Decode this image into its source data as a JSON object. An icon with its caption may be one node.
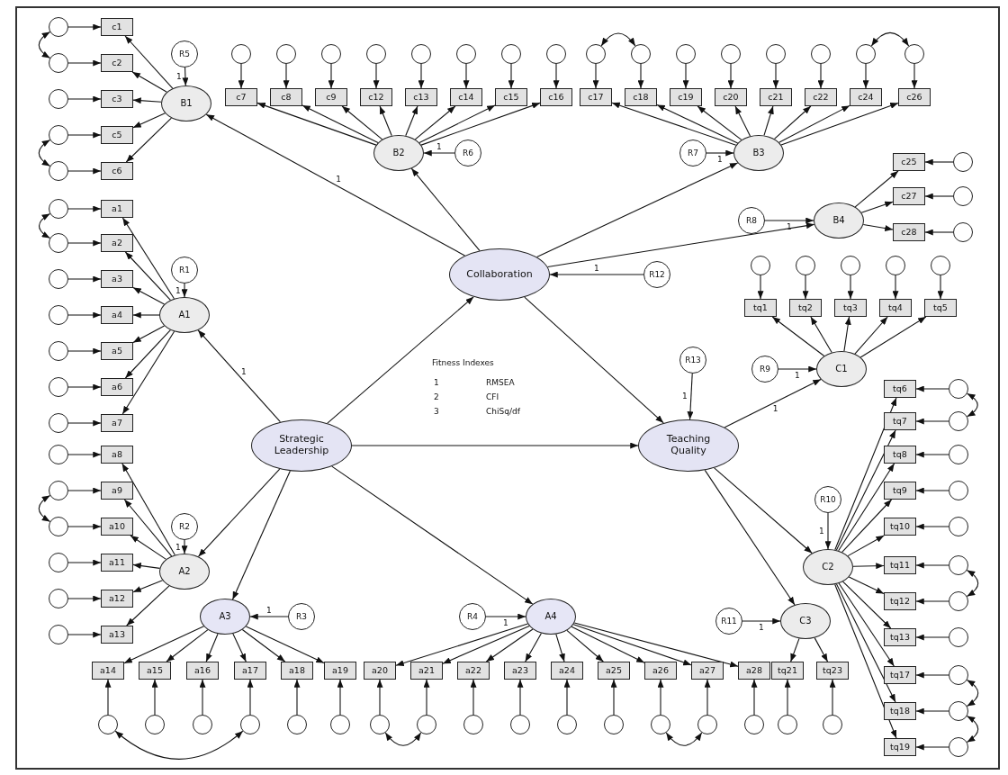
{
  "diagram": {
    "nodes": [
      {
        "text": [
          "Strategic Leadership"
        ]
      },
      {
        "text": [
          "Collaboration"
        ]
      },
      {
        "text": [
          "Teaching Quality"
        ]
      },
      {
        "text": [
          "R12"
        ]
      },
      {
        "text": [
          "R13"
        ]
      },
      {
        "text": [
          "B1"
        ]
      },
      {
        "text": [
          "B2"
        ]
      },
      {
        "text": [
          "B3"
        ]
      },
      {
        "text": [
          "B4"
        ]
      },
      {
        "text": [
          "A1"
        ]
      },
      {
        "text": [
          "A2"
        ]
      },
      {
        "text": [
          "A3"
        ]
      },
      {
        "text": [
          "A4"
        ]
      },
      {
        "text": [
          "C1"
        ]
      },
      {
        "text": [
          "C2"
        ]
      },
      {
        "text": [
          "C3"
        ]
      },
      {
        "text": [
          "R5"
        ]
      },
      {
        "text": [
          "R6"
        ]
      },
      {
        "text": [
          "R7"
        ]
      },
      {
        "text": [
          "R8"
        ]
      },
      {
        "text": [
          "R1"
        ]
      },
      {
        "text": [
          "R2"
        ]
      },
      {
        "text": [
          "R3"
        ]
      },
      {
        "text": [
          "R4"
        ]
      },
      {
        "text": [
          "R9"
        ]
      },
      {
        "text": [
          "R10"
        ]
      },
      {
        "text": [
          "R11"
        ]
      },
      {
        "text": [
          "c1"
        ]
      },
      {
        "text": [],
        "shape": "circle"
      },
      {
        "text": [
          "c2"
        ]
      },
      {
        "text": [],
        "shape": "circle"
      },
      {
        "text": [
          "c3"
        ]
      },
      {
        "text": [],
        "shape": "circle"
      },
      {
        "text": [
          "c5"
        ]
      },
      {
        "text": [],
        "shape": "circle"
      },
      {
        "text": [
          "c6"
        ]
      },
      {
        "text": [],
        "shape": "circle"
      },
      {
        "text": [
          "a1"
        ]
      },
      {
        "text": [],
        "shape": "circle"
      },
      {
        "text": [
          "a2"
        ]
      },
      {
        "text": [],
        "shape": "circle"
      },
      {
        "text": [
          "a3"
        ]
      },
      {
        "text": [],
        "shape": "circle"
      },
      {
        "text": [
          "a4"
        ]
      },
      {
        "text": [],
        "shape": "circle"
      },
      {
        "text": [
          "a5"
        ]
      },
      {
        "text": [],
        "shape": "circle"
      },
      {
        "text": [
          "a6"
        ]
      },
      {
        "text": [],
        "shape": "circle"
      },
      {
        "text": [
          "a7"
        ]
      },
      {
        "text": [],
        "shape": "circle"
      },
      {
        "text": [
          "a8"
        ]
      },
      {
        "text": [],
        "shape": "circle"
      },
      {
        "text": [
          "a9"
        ]
      },
      {
        "text": [],
        "shape": "circle"
      },
      {
        "text": [
          "a10"
        ]
      },
      {
        "text": [],
        "shape": "circle"
      },
      {
        "text": [
          "a11"
        ]
      },
      {
        "text": [],
        "shape": "circle"
      },
      {
        "text": [
          "a12"
        ]
      },
      {
        "text": [],
        "shape": "circle"
      },
      {
        "text": [
          "a13"
        ]
      },
      {
        "text": [],
        "shape": "circle"
      },
      {
        "text": [
          "a14"
        ]
      },
      {
        "text": [],
        "shape": "circle"
      },
      {
        "text": [
          "a15"
        ]
      },
      {
        "text": [],
        "shape": "circle"
      },
      {
        "text": [
          "a16"
        ]
      },
      {
        "text": [],
        "shape": "circle"
      },
      {
        "text": [
          "a17"
        ]
      },
      {
        "text": [],
        "shape": "circle"
      },
      {
        "text": [
          "a18"
        ]
      },
      {
        "text": [],
        "shape": "circle"
      },
      {
        "text": [
          "a19"
        ]
      },
      {
        "text": [],
        "shape": "circle"
      },
      {
        "text": [
          "a20"
        ]
      },
      {
        "text": [],
        "shape": "circle"
      },
      {
        "text": [
          "a21"
        ]
      },
      {
        "text": [],
        "shape": "circle"
      },
      {
        "text": [
          "a22"
        ]
      },
      {
        "text": [],
        "shape": "circle"
      },
      {
        "text": [
          "a23"
        ]
      },
      {
        "text": [],
        "shape": "circle"
      },
      {
        "text": [
          "a24"
        ]
      },
      {
        "text": [],
        "shape": "circle"
      },
      {
        "text": [
          "a25"
        ]
      },
      {
        "text": [],
        "shape": "circle"
      },
      {
        "text": [
          "a26"
        ]
      },
      {
        "text": [],
        "shape": "circle"
      },
      {
        "text": [
          "a27"
        ]
      },
      {
        "text": [],
        "shape": "circle"
      },
      {
        "text": [
          "a28"
        ]
      },
      {
        "text": [],
        "shape": "circle"
      },
      {
        "text": [
          "c7"
        ]
      },
      {
        "text": [],
        "shape": "circle"
      },
      {
        "text": [
          "c8"
        ]
      },
      {
        "text": [],
        "shape": "circle"
      },
      {
        "text": [
          "c9"
        ]
      },
      {
        "text": [],
        "shape": "circle"
      },
      {
        "text": [
          "c12"
        ]
      },
      {
        "text": [],
        "shape": "circle"
      },
      {
        "text": [
          "c13"
        ]
      },
      {
        "text": [],
        "shape": "circle"
      },
      {
        "text": [
          "c14"
        ]
      },
      {
        "text": [],
        "shape": "circle"
      },
      {
        "text": [
          "c15"
        ]
      },
      {
        "text": [],
        "shape": "circle"
      },
      {
        "text": [
          "c16"
        ]
      },
      {
        "text": [],
        "shape": "circle"
      },
      {
        "text": [
          "c17"
        ]
      },
      {
        "text": [],
        "shape": "circle"
      },
      {
        "text": [
          "c18"
        ]
      },
      {
        "text": [],
        "shape": "circle"
      },
      {
        "text": [
          "c19"
        ]
      },
      {
        "text": [],
        "shape": "circle"
      },
      {
        "text": [
          "c20"
        ]
      },
      {
        "text": [],
        "shape": "circle"
      },
      {
        "text": [
          "c21"
        ]
      },
      {
        "text": [],
        "shape": "circle"
      },
      {
        "text": [
          "c22"
        ]
      },
      {
        "text": [],
        "shape": "circle"
      },
      {
        "text": [
          "c24"
        ]
      },
      {
        "text": [],
        "shape": "circle"
      },
      {
        "text": [
          "c26"
        ]
      },
      {
        "text": [],
        "shape": "circle"
      },
      {
        "text": [
          "c25"
        ]
      },
      {
        "text": [],
        "shape": "circle"
      },
      {
        "text": [
          "c27"
        ]
      },
      {
        "text": [],
        "shape": "circle"
      },
      {
        "text": [
          "c28"
        ]
      },
      {
        "text": [],
        "shape": "circle"
      },
      {
        "text": [
          "tq1"
        ]
      },
      {
        "text": [],
        "shape": "circle"
      },
      {
        "text": [
          "tq2"
        ]
      },
      {
        "text": [],
        "shape": "circle"
      },
      {
        "text": [
          "tq3"
        ]
      },
      {
        "text": [],
        "shape": "circle"
      },
      {
        "text": [
          "tq4"
        ]
      },
      {
        "text": [],
        "shape": "circle"
      },
      {
        "text": [
          "tq5"
        ]
      },
      {
        "text": [],
        "shape": "circle"
      },
      {
        "text": [
          "tq6"
        ]
      },
      {
        "text": [],
        "shape": "circle"
      },
      {
        "text": [
          "tq7"
        ]
      },
      {
        "text": [],
        "shape": "circle"
      },
      {
        "text": [
          "tq8"
        ]
      },
      {
        "text": [],
        "shape": "circle"
      },
      {
        "text": [
          "tq9"
        ]
      },
      {
        "text": [],
        "shape": "circle"
      },
      {
        "text": [
          "tq10"
        ]
      },
      {
        "text": [],
        "shape": "circle"
      },
      {
        "text": [
          "tq11"
        ]
      },
      {
        "text": [],
        "shape": "circle"
      },
      {
        "text": [
          "tq12"
        ]
      },
      {
        "text": [],
        "shape": "circle"
      },
      {
        "text": [
          "tq13"
        ]
      },
      {
        "text": [],
        "shape": "circle"
      },
      {
        "text": [
          "tq17"
        ]
      },
      {
        "text": [],
        "shape": "circle"
      },
      {
        "text": [
          "tq18"
        ]
      },
      {
        "text": [],
        "shape": "circle"
      },
      {
        "text": [
          "tq19"
        ]
      },
      {
        "text": [],
        "shape": "circle"
      },
      {
        "text": [
          "tq21"
        ]
      },
      {
        "text": [],
        "shape": "circle"
      },
      {
        "text": [
          "tq23"
        ]
      },
      {
        "text": [],
        "shape": "circle"
      }
    ],
    "edges": [
      {
        "from": 0,
        "to": 1,
        "arrow": "to"
      },
      {
        "from": 0,
        "to": 2,
        "arrow": "to"
      },
      {
        "from": 1,
        "to": 2,
        "arrow": "to"
      },
      {
        "from": 0,
        "to": 9,
        "arrow": "to",
        "label": "1"
      },
      {
        "from": 0,
        "to": 10,
        "arrow": "to"
      },
      {
        "from": 0,
        "to": 11,
        "arrow": "to"
      },
      {
        "from": 0,
        "to": 12,
        "arrow": "to"
      },
      {
        "from": 1,
        "to": 5,
        "arrow": "to",
        "label": "1"
      },
      {
        "from": 1,
        "to": 6,
        "arrow": "to"
      },
      {
        "from": 1,
        "to": 7,
        "arrow": "to"
      },
      {
        "from": 1,
        "to": 8,
        "arrow": "to"
      },
      {
        "from": 2,
        "to": 13,
        "arrow": "to",
        "label": "1"
      },
      {
        "from": 2,
        "to": 14,
        "arrow": "to"
      },
      {
        "from": 2,
        "to": 15,
        "arrow": "to"
      },
      {
        "from": 3,
        "to": 1,
        "arrow": "to",
        "label": "1"
      },
      {
        "from": 4,
        "to": 2,
        "arrow": "to",
        "label": "1"
      },
      {
        "from": 16,
        "to": 5,
        "arrow": "to",
        "label": "1"
      },
      {
        "from": 17,
        "to": 6,
        "arrow": "to",
        "label": "1"
      },
      {
        "from": 18,
        "to": 7,
        "arrow": "to",
        "label": "1"
      },
      {
        "from": 19,
        "to": 8,
        "arrow": "to",
        "label": "1"
      },
      {
        "from": 20,
        "to": 9,
        "arrow": "to",
        "label": "1"
      },
      {
        "from": 21,
        "to": 10,
        "arrow": "to",
        "label": "1"
      },
      {
        "from": 22,
        "to": 11,
        "arrow": "to",
        "label": "1"
      },
      {
        "from": 23,
        "to": 12,
        "arrow": "to",
        "label": "1"
      },
      {
        "from": 24,
        "to": 13,
        "arrow": "to",
        "label": "1"
      },
      {
        "from": 25,
        "to": 14,
        "arrow": "to",
        "label": "1"
      },
      {
        "from": 26,
        "to": 15,
        "arrow": "to",
        "label": "1"
      },
      {
        "from": 5,
        "to": 27,
        "arrow": "to"
      },
      {
        "from": 28,
        "to": 27,
        "arrow": "to"
      },
      {
        "from": 5,
        "to": 29,
        "arrow": "to"
      },
      {
        "from": 30,
        "to": 29,
        "arrow": "to"
      },
      {
        "from": 5,
        "to": 31,
        "arrow": "to"
      },
      {
        "from": 32,
        "to": 31,
        "arrow": "to"
      },
      {
        "from": 5,
        "to": 33,
        "arrow": "to"
      },
      {
        "from": 34,
        "to": 33,
        "arrow": "to"
      },
      {
        "from": 5,
        "to": 35,
        "arrow": "to"
      },
      {
        "from": 36,
        "to": 35,
        "arrow": "to"
      },
      {
        "from": 9,
        "to": 37,
        "arrow": "to"
      },
      {
        "from": 38,
        "to": 37,
        "arrow": "to"
      },
      {
        "from": 9,
        "to": 39,
        "arrow": "to"
      },
      {
        "from": 40,
        "to": 39,
        "arrow": "to"
      },
      {
        "from": 9,
        "to": 41,
        "arrow": "to"
      },
      {
        "from": 42,
        "to": 41,
        "arrow": "to"
      },
      {
        "from": 9,
        "to": 43,
        "arrow": "to"
      },
      {
        "from": 44,
        "to": 43,
        "arrow": "to"
      },
      {
        "from": 9,
        "to": 45,
        "arrow": "to"
      },
      {
        "from": 46,
        "to": 45,
        "arrow": "to"
      },
      {
        "from": 9,
        "to": 47,
        "arrow": "to"
      },
      {
        "from": 48,
        "to": 47,
        "arrow": "to"
      },
      {
        "from": 9,
        "to": 49,
        "arrow": "to"
      },
      {
        "from": 50,
        "to": 49,
        "arrow": "to"
      },
      {
        "from": 10,
        "to": 51,
        "arrow": "to"
      },
      {
        "from": 52,
        "to": 51,
        "arrow": "to"
      },
      {
        "from": 10,
        "to": 53,
        "arrow": "to"
      },
      {
        "from": 54,
        "to": 53,
        "arrow": "to"
      },
      {
        "from": 10,
        "to": 55,
        "arrow": "to"
      },
      {
        "from": 56,
        "to": 55,
        "arrow": "to"
      },
      {
        "from": 10,
        "to": 57,
        "arrow": "to"
      },
      {
        "from": 58,
        "to": 57,
        "arrow": "to"
      },
      {
        "from": 10,
        "to": 59,
        "arrow": "to"
      },
      {
        "from": 60,
        "to": 59,
        "arrow": "to"
      },
      {
        "from": 10,
        "to": 61,
        "arrow": "to"
      },
      {
        "from": 62,
        "to": 61,
        "arrow": "to"
      },
      {
        "from": 11,
        "to": 63,
        "arrow": "to"
      },
      {
        "from": 64,
        "to": 63,
        "arrow": "to"
      },
      {
        "from": 11,
        "to": 65,
        "arrow": "to"
      },
      {
        "from": 66,
        "to": 65,
        "arrow": "to"
      },
      {
        "from": 11,
        "to": 67,
        "arrow": "to"
      },
      {
        "from": 68,
        "to": 67,
        "arrow": "to"
      },
      {
        "from": 11,
        "to": 69,
        "arrow": "to"
      },
      {
        "from": 70,
        "to": 69,
        "arrow": "to"
      },
      {
        "from": 11,
        "to": 71,
        "arrow": "to"
      },
      {
        "from": 72,
        "to": 71,
        "arrow": "to"
      },
      {
        "from": 11,
        "to": 73,
        "arrow": "to"
      },
      {
        "from": 74,
        "to": 73,
        "arrow": "to"
      },
      {
        "from": 12,
        "to": 75,
        "arrow": "to"
      },
      {
        "from": 76,
        "to": 75,
        "arrow": "to"
      },
      {
        "from": 12,
        "to": 77,
        "arrow": "to"
      },
      {
        "from": 78,
        "to": 77,
        "arrow": "to"
      },
      {
        "from": 12,
        "to": 79,
        "arrow": "to"
      },
      {
        "from": 80,
        "to": 79,
        "arrow": "to"
      },
      {
        "from": 12,
        "to": 81,
        "arrow": "to"
      },
      {
        "from": 82,
        "to": 81,
        "arrow": "to"
      },
      {
        "from": 12,
        "to": 83,
        "arrow": "to"
      },
      {
        "from": 84,
        "to": 83,
        "arrow": "to"
      },
      {
        "from": 12,
        "to": 85,
        "arrow": "to"
      },
      {
        "from": 86,
        "to": 85,
        "arrow": "to"
      },
      {
        "from": 12,
        "to": 87,
        "arrow": "to"
      },
      {
        "from": 88,
        "to": 87,
        "arrow": "to"
      },
      {
        "from": 12,
        "to": 89,
        "arrow": "to"
      },
      {
        "from": 90,
        "to": 89,
        "arrow": "to"
      },
      {
        "from": 12,
        "to": 91,
        "arrow": "to"
      },
      {
        "from": 92,
        "to": 91,
        "arrow": "to"
      },
      {
        "from": 6,
        "to": 93,
        "arrow": "to"
      },
      {
        "from": 94,
        "to": 93,
        "arrow": "to"
      },
      {
        "from": 6,
        "to": 95,
        "arrow": "to"
      },
      {
        "from": 96,
        "to": 95,
        "arrow": "to"
      },
      {
        "from": 6,
        "to": 97,
        "arrow": "to"
      },
      {
        "from": 98,
        "to": 97,
        "arrow": "to"
      },
      {
        "from": 6,
        "to": 99,
        "arrow": "to"
      },
      {
        "from": 100,
        "to": 99,
        "arrow": "to"
      },
      {
        "from": 6,
        "to": 101,
        "arrow": "to"
      },
      {
        "from": 102,
        "to": 101,
        "arrow": "to"
      },
      {
        "from": 6,
        "to": 103,
        "arrow": "to"
      },
      {
        "from": 104,
        "to": 103,
        "arrow": "to"
      },
      {
        "from": 6,
        "to": 105,
        "arrow": "to"
      },
      {
        "from": 106,
        "to": 105,
        "arrow": "to"
      },
      {
        "from": 6,
        "to": 107,
        "arrow": "to"
      },
      {
        "from": 108,
        "to": 107,
        "arrow": "to"
      },
      {
        "from": 7,
        "to": 109,
        "arrow": "to"
      },
      {
        "from": 110,
        "to": 109,
        "arrow": "to"
      },
      {
        "from": 7,
        "to": 111,
        "arrow": "to"
      },
      {
        "from": 112,
        "to": 111,
        "arrow": "to"
      },
      {
        "from": 7,
        "to": 113,
        "arrow": "to"
      },
      {
        "from": 114,
        "to": 113,
        "arrow": "to"
      },
      {
        "from": 7,
        "to": 115,
        "arrow": "to"
      },
      {
        "from": 116,
        "to": 115,
        "arrow": "to"
      },
      {
        "from": 7,
        "to": 117,
        "arrow": "to"
      },
      {
        "from": 118,
        "to": 117,
        "arrow": "to"
      },
      {
        "from": 7,
        "to": 119,
        "arrow": "to"
      },
      {
        "from": 120,
        "to": 119,
        "arrow": "to"
      },
      {
        "from": 7,
        "to": 121,
        "arrow": "to"
      },
      {
        "from": 122,
        "to": 121,
        "arrow": "to"
      },
      {
        "from": 7,
        "to": 123,
        "arrow": "to"
      },
      {
        "from": 124,
        "to": 123,
        "arrow": "to"
      },
      {
        "from": 8,
        "to": 125,
        "arrow": "to"
      },
      {
        "from": 126,
        "to": 125,
        "arrow": "to"
      },
      {
        "from": 8,
        "to": 127,
        "arrow": "to"
      },
      {
        "from": 128,
        "to": 127,
        "arrow": "to"
      },
      {
        "from": 8,
        "to": 129,
        "arrow": "to"
      },
      {
        "from": 130,
        "to": 129,
        "arrow": "to"
      },
      {
        "from": 13,
        "to": 131,
        "arrow": "to"
      },
      {
        "from": 132,
        "to": 131,
        "arrow": "to"
      },
      {
        "from": 13,
        "to": 133,
        "arrow": "to"
      },
      {
        "from": 134,
        "to": 133,
        "arrow": "to"
      },
      {
        "from": 13,
        "to": 135,
        "arrow": "to"
      },
      {
        "from": 136,
        "to": 135,
        "arrow": "to"
      },
      {
        "from": 13,
        "to": 137,
        "arrow": "to"
      },
      {
        "from": 138,
        "to": 137,
        "arrow": "to"
      },
      {
        "from": 13,
        "to": 139,
        "arrow": "to"
      },
      {
        "from": 140,
        "to": 139,
        "arrow": "to"
      },
      {
        "from": 14,
        "to": 141,
        "arrow": "to"
      },
      {
        "from": 142,
        "to": 141,
        "arrow": "to"
      },
      {
        "from": 14,
        "to": 143,
        "arrow": "to"
      },
      {
        "from": 144,
        "to": 143,
        "arrow": "to"
      },
      {
        "from": 14,
        "to": 145,
        "arrow": "to"
      },
      {
        "from": 146,
        "to": 145,
        "arrow": "to"
      },
      {
        "from": 14,
        "to": 147,
        "arrow": "to"
      },
      {
        "from": 148,
        "to": 147,
        "arrow": "to"
      },
      {
        "from": 14,
        "to": 149,
        "arrow": "to"
      },
      {
        "from": 150,
        "to": 149,
        "arrow": "to"
      },
      {
        "from": 14,
        "to": 151,
        "arrow": "to"
      },
      {
        "from": 152,
        "to": 151,
        "arrow": "to"
      },
      {
        "from": 14,
        "to": 153,
        "arrow": "to"
      },
      {
        "from": 154,
        "to": 153,
        "arrow": "to"
      },
      {
        "from": 14,
        "to": 155,
        "arrow": "to"
      },
      {
        "from": 156,
        "to": 155,
        "arrow": "to"
      },
      {
        "from": 14,
        "to": 157,
        "arrow": "to"
      },
      {
        "from": 158,
        "to": 157,
        "arrow": "to"
      },
      {
        "from": 14,
        "to": 159,
        "arrow": "to"
      },
      {
        "from": 160,
        "to": 159,
        "arrow": "to"
      },
      {
        "from": 14,
        "to": 161,
        "arrow": "to"
      },
      {
        "from": 162,
        "to": 161,
        "arrow": "to"
      },
      {
        "from": 15,
        "to": 163,
        "arrow": "to"
      },
      {
        "from": 164,
        "to": 163,
        "arrow": "to"
      },
      {
        "from": 15,
        "to": 165,
        "arrow": "to"
      },
      {
        "from": 166,
        "to": 165,
        "arrow": "to"
      },
      {
        "from": 28,
        "to": 30,
        "arrow": "both"
      },
      {
        "from": 34,
        "to": 36,
        "arrow": "both"
      },
      {
        "from": 38,
        "to": 40,
        "arrow": "both"
      },
      {
        "from": 54,
        "to": 56,
        "arrow": "both"
      },
      {
        "from": 64,
        "to": 70,
        "arrow": "both"
      },
      {
        "from": 76,
        "to": 78,
        "arrow": "both"
      },
      {
        "from": 88,
        "to": 90,
        "arrow": "both"
      },
      {
        "from": 110,
        "to": 112,
        "arrow": "both"
      },
      {
        "from": 122,
        "to": 124,
        "arrow": "both"
      },
      {
        "from": 142,
        "to": 144,
        "arrow": "both"
      },
      {
        "from": 152,
        "to": 154,
        "arrow": "both"
      },
      {
        "from": 158,
        "to": 160,
        "arrow": "both"
      },
      {
        "from": 160,
        "to": 162,
        "arrow": "both"
      }
    ],
    "labels": [
      "Fitness Indexes",
      "1",
      "RMSEA",
      "2",
      "CFI",
      "3",
      "ChiSq/df"
    ]
  }
}
